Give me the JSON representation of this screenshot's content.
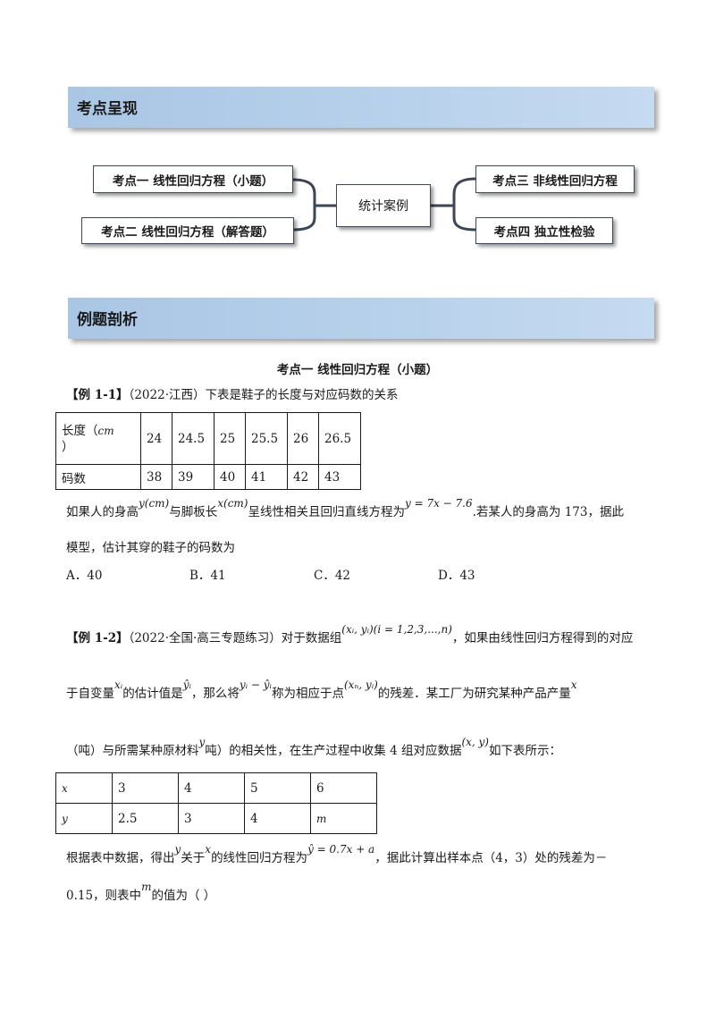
{
  "sections": {
    "kaodian_title": "考点呈现",
    "example_title": "例题剖析"
  },
  "mindmap": {
    "center": "统计案例",
    "left_top": "考点一  线性回归方程（小题）",
    "left_bottom": "考点二  线性回归方程（解答题）",
    "right_top": "考点三  非线性回归方程",
    "right_bottom": "考点四  独立性检验",
    "line_color": "#3d4655"
  },
  "topic_heading": "考点一  线性回归方程（小题）",
  "example1": {
    "tag": "【例 1-1】",
    "text": "（2022·江西）下表是鞋子的长度与对应码数的关系",
    "table": {
      "row1_label_a": "长度（",
      "row1_label_unit": "cm",
      "row1_label_b": "）",
      "row1": [
        "24",
        "24.5",
        "25",
        "25.5",
        "26",
        "26.5"
      ],
      "row2_label": "码数",
      "row2": [
        "38",
        "39",
        "40",
        "41",
        "42",
        "43"
      ]
    },
    "line1_a": "如果人的身高",
    "line1_y": "y(cm)",
    "line1_b": "与脚板长",
    "line1_x": "x(cm)",
    "line1_c": "呈线性相关且回归直线方程为",
    "line1_eq": "y = 7x − 7.6",
    "line1_d": ".若某人的身高为 173，据此",
    "line2": "模型，估计其穿的鞋子的码数为",
    "options": [
      "A．40",
      "B．41",
      "C．42",
      "D．43"
    ]
  },
  "example2": {
    "tag": "【例 1-2】",
    "l1_a": "（2022·全国·高三专题练习）对于数据组",
    "l1_set": "(xᵢ, yᵢ)(i = 1,2,3,...,n)",
    "l1_b": "，如果由线性回归方程得到的对应",
    "l2_a": "于自变量",
    "l2_xi": "xᵢ",
    "l2_b": "的估计值是",
    "l2_yhat": "ŷᵢ",
    "l2_c": "，那么将",
    "l2_res": "yᵢ − ŷᵢ",
    "l2_d": "称为相应于点",
    "l2_pt": "(xₙ, yᵢ)",
    "l2_e": "的残差．某工厂为研究某种产品产量",
    "l2_x": "x",
    "l3_a": "（吨）与所需某种原材料",
    "l3_y": "y",
    "l3_b": "吨）的相关性，在生产过程中收集 4 组对应数据",
    "l3_xy": "(x, y)",
    "l3_c": "如下表所示：",
    "table": {
      "row1_label": "x",
      "row1": [
        "3",
        "4",
        "5",
        "6"
      ],
      "row2_label": "y",
      "row2": [
        "2.5",
        "3",
        "4",
        "m"
      ]
    },
    "l4_a": "根据表中数据，得出",
    "l4_y": "y",
    "l4_b": "关于",
    "l4_x": "x",
    "l4_c": "的线性回归方程为",
    "l4_eq": "ŷ = 0.7x + a",
    "l4_d": "，据此计算出样本点（4，3）处的残差为－",
    "l5_a": "0.15，则表中",
    "l5_m": "m",
    "l5_b": "的值为（      ）"
  }
}
